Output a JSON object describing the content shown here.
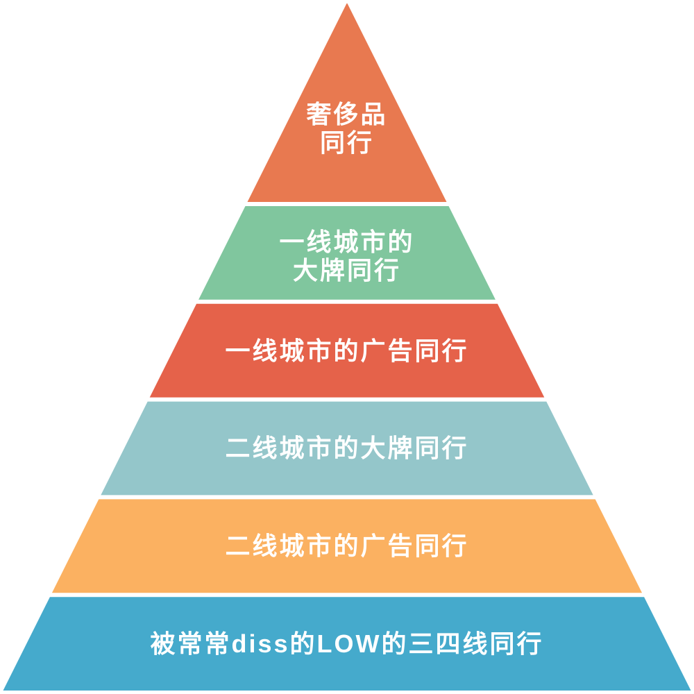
{
  "page": {
    "background_color": "#ffffff",
    "text_color": "#ffffff"
  },
  "pyramid": {
    "type": "pyramid-diagram",
    "level_count": 6,
    "levels": [
      {
        "id": "level-1-top",
        "lines": [
          "奢侈品",
          "同行"
        ],
        "label": "奢侈品同行",
        "color": "#e87950"
      },
      {
        "id": "level-2",
        "lines": [
          "一线城市的",
          "大牌同行"
        ],
        "label": "一线城市的大牌同行",
        "color": "#80c69e"
      },
      {
        "id": "level-3",
        "lines": [
          "一线城市的广告同行"
        ],
        "label": "一线城市的广告同行",
        "color": "#e5624a"
      },
      {
        "id": "level-4",
        "lines": [
          "二线城市的大牌同行"
        ],
        "label": "二线城市的大牌同行",
        "color": "#94c6ca"
      },
      {
        "id": "level-5",
        "lines": [
          "二线城市的广告同行"
        ],
        "label": "二线城市的广告同行",
        "color": "#fbb161"
      },
      {
        "id": "level-6-bottom",
        "lines": [
          "被常常diss的LOW的三四线同行"
        ],
        "label": "被常常diss的LOW的三四线同行",
        "color": "#45aacc"
      }
    ]
  }
}
